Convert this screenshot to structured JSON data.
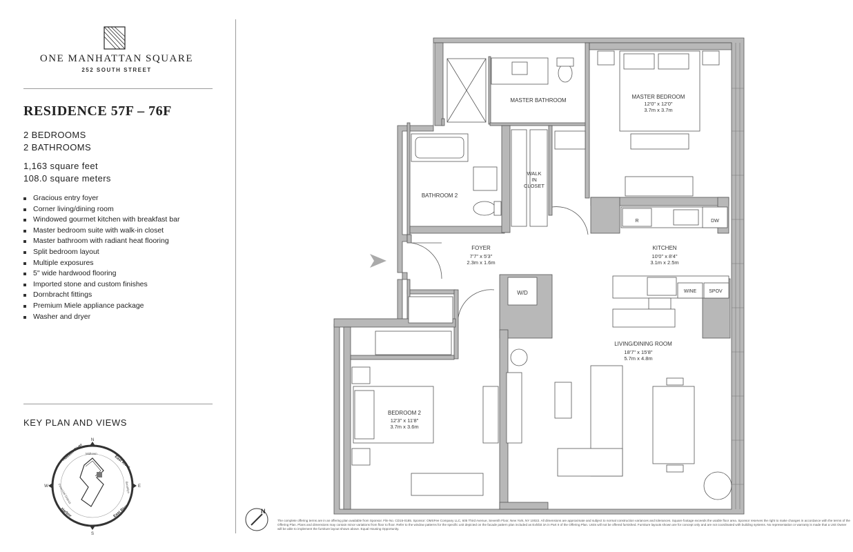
{
  "brand": {
    "name": "ONE MANHATTAN SQUARE",
    "address": "252 SOUTH STREET"
  },
  "residence": {
    "title": "RESIDENCE 57F – 76F",
    "bedrooms": "2 BEDROOMS",
    "bathrooms": "2 BATHROOMS",
    "sqft": "1,163 square feet",
    "sqm": "108.0 square meters"
  },
  "features": [
    "Gracious entry foyer",
    "Corner living/dining room",
    "Windowed gourmet kitchen with breakfast bar",
    "Master bedroom suite with walk-in closet",
    "Master bathroom with radiant heat flooring",
    "Split bedroom layout",
    "Multiple exposures",
    "5\" wide hardwood flooring",
    "Imported stone and custom finishes",
    "Dornbracht fittings",
    "Premium Miele appliance package",
    "Washer and dryer"
  ],
  "keyplan": {
    "title": "KEY PLAN AND VIEWS",
    "n": "N",
    "s": "S",
    "e": "E",
    "w": "W",
    "hudson": "Hudson River",
    "east_river_top": "East River",
    "east_river_bottom": "East River",
    "midtown": "Midtown",
    "brooklyn": "Brooklyn",
    "harbor": "Harbor",
    "financial": "Financial District"
  },
  "rooms": {
    "master_bath": "MASTER BATHROOM",
    "master_bed": "MASTER BEDROOM",
    "master_bed_ft": "12'0\" x 12'0\"",
    "master_bed_m": "3.7m x 3.7m",
    "walkin_1": "WALK",
    "walkin_2": "IN",
    "walkin_3": "CLOSET",
    "bath2": "BATHROOM 2",
    "foyer": "FOYER",
    "foyer_ft": "7'7\" x 5'3\"",
    "foyer_m": "2.3m x 1.6m",
    "kitchen": "KITCHEN",
    "kitchen_ft": "10'0\" x 8'4\"",
    "kitchen_m": "3.1m x 2.5m",
    "living": "LIVING/DINING ROOM",
    "living_ft": "18'7\" x 15'8\"",
    "living_m": "5.7m x 4.8m",
    "bed2": "BEDROOM 2",
    "bed2_ft": "12'3\" x 11'8\"",
    "bed2_m": "3.7m x 3.6m",
    "wd": "W/D",
    "r": "R",
    "dw": "DW",
    "wine": "WINE",
    "spov": "SPOV"
  },
  "north_label": "N",
  "disclaimer": "The complete offering terms are in an offering plan available from Sponsor. File No. CD15-0185. Sponsor: OMSFee Company LLC, 605 Third Avenue, Seventh Floor, New York, NY 10022. All dimensions are approximate and subject to normal construction variances and tolerances. Square footage exceeds the usable floor area. Sponsor reserves the right to make changes in accordance with the terms of the Offering Plan. Plans and dimensions may contain minor variations from floor to floor. Refer to the window patterns for the specific unit depicted on the facade pattern plan included as Exhibit 3A in Part II of the Offering Plan. Units will not be offered furnished. Furniture layouts shown are for concept only and are not coordinated with building systems. No representation or warranty is made that a Unit Owner will be able to implement the furniture layout shown above. Equal Housing Opportunity.",
  "colors": {
    "wall": "#b8b8b8",
    "line": "#555555",
    "accent": "#c8c8c8"
  }
}
